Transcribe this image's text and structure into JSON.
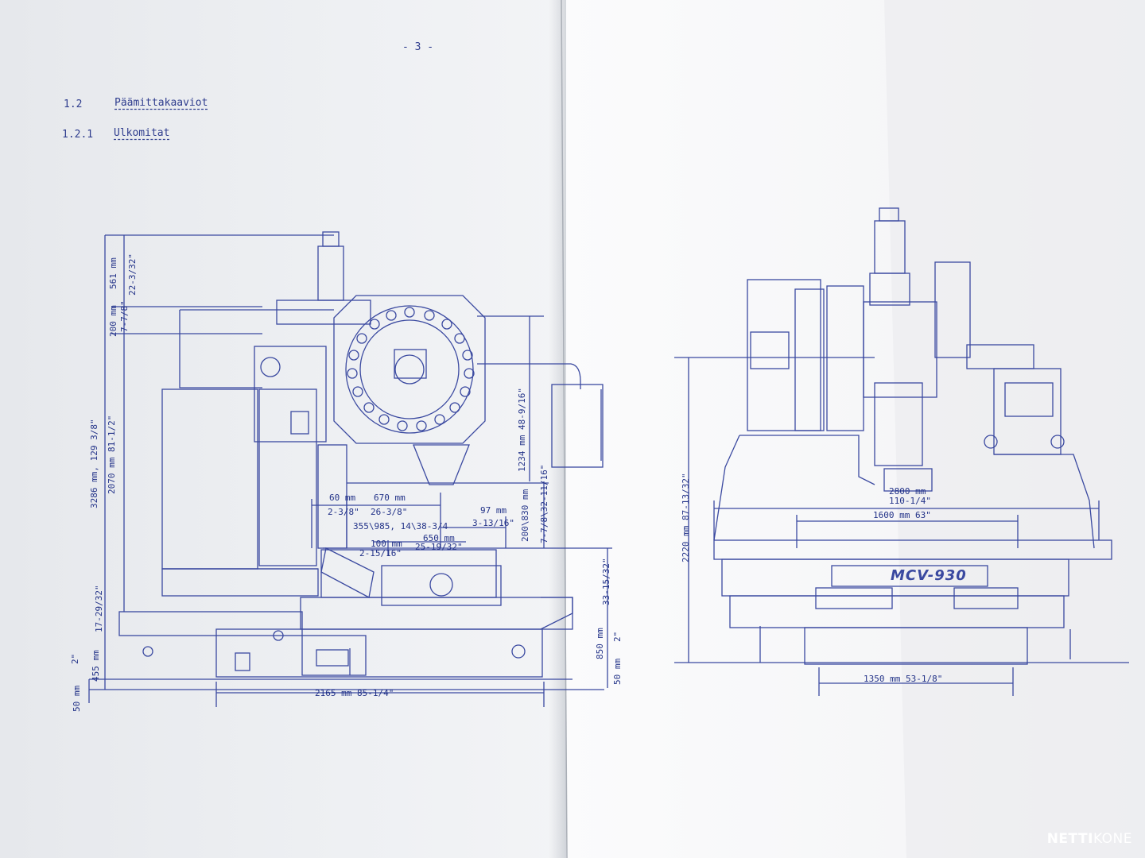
{
  "document": {
    "page_number": "- 3 -",
    "section": {
      "number": "1.2",
      "title": "Päämittakaaviot"
    },
    "subsection": {
      "number": "1.2.1",
      "title": "Ulkomitat"
    }
  },
  "drawing": {
    "side_view_dims": {
      "overall_height": "3286 mm, 129 3/8\"",
      "height_2070": "2070 mm  81-1/2\"",
      "top_561": "561 mm",
      "top_22": "22-3/32\"",
      "d200": "200 mm",
      "d7_7_8": "7-7/8\"",
      "d455": "455 mm",
      "d17": "17-29/32\"",
      "d50": "50 mm",
      "d2": "2\"",
      "d1234": "1234 mm  48-9/16\"",
      "d200_830": "200\\830 mm",
      "d7_32": "7-7/8\\32-11/16\"",
      "d850": "850 mm",
      "d33": "33-15/32\"",
      "d50r": "50 mm",
      "d2r": "2\"",
      "d60": "60 mm",
      "d2_3_8": "2-3/8\"",
      "d670": "670 mm",
      "d26": "26-3/8\"",
      "d97": "97 mm",
      "d3_13": "3-13/16\"",
      "d355": "355\\985, 14\\38-3/4",
      "d650": "650 mm",
      "d25": "25-19/32\"",
      "d100": "100 mm",
      "d2_15": "2-15/16\"",
      "d2165": "2165 mm  85-1/4\""
    },
    "front_view_dims": {
      "d2220": "2220 mm  87-13/32\"",
      "d2800": "2800 mm",
      "d110": "110-1/4\"",
      "d1600": "1600 mm   63\"",
      "d1350": "1350 mm   53-1/8\""
    },
    "model_plate": "MCV-930"
  },
  "watermark": {
    "part1": "NETTI",
    "part2": "KONE"
  }
}
